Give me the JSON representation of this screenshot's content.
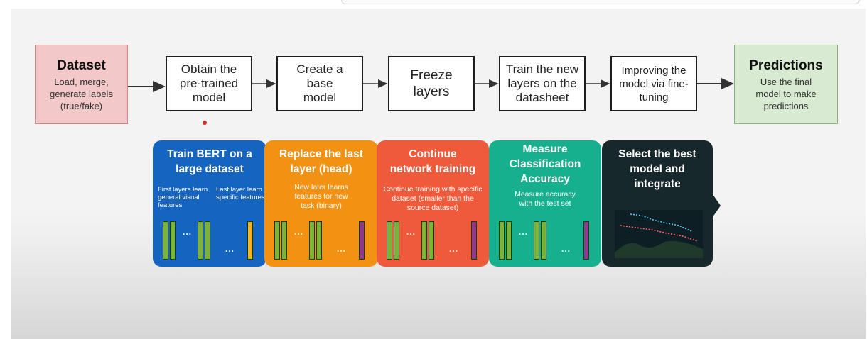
{
  "pipeline": {
    "dataset": {
      "title": "Dataset",
      "desc": "Load, merge, generate labels (true/fake)"
    },
    "steps": [
      "Obtain the pre-trained model",
      "Create a base model",
      "Freeze layers",
      "Train the new layers on the datasheet",
      "Improving the model via fine-tuning"
    ],
    "predictions": {
      "title": "Predictions",
      "desc": "Use the final model to make predictions"
    }
  },
  "cards": [
    {
      "title": "Train BERT on a large dataset",
      "sub_left": "First layers learn general visual features",
      "sub_right": "Last layer learn specific features",
      "color": "#1565c0"
    },
    {
      "title": "Replace the last layer (head)",
      "desc": "New later learns features for new task (binary)",
      "color": "#f39212"
    },
    {
      "title": "Continue network training",
      "desc": "Continue training with specific dataset (smaller than the source dataset)",
      "color": "#ef5a3a"
    },
    {
      "title": "Measure Classification Accuracy",
      "desc": "Measure accuracy with the test set",
      "color": "#17b08f"
    },
    {
      "title": "Select the best model and integrate",
      "color": "#17282c"
    }
  ],
  "colors": {
    "layer_green": "#7bb338",
    "last_layer_card1": "#f0b323",
    "last_layer_other": "#8e3a8e"
  }
}
